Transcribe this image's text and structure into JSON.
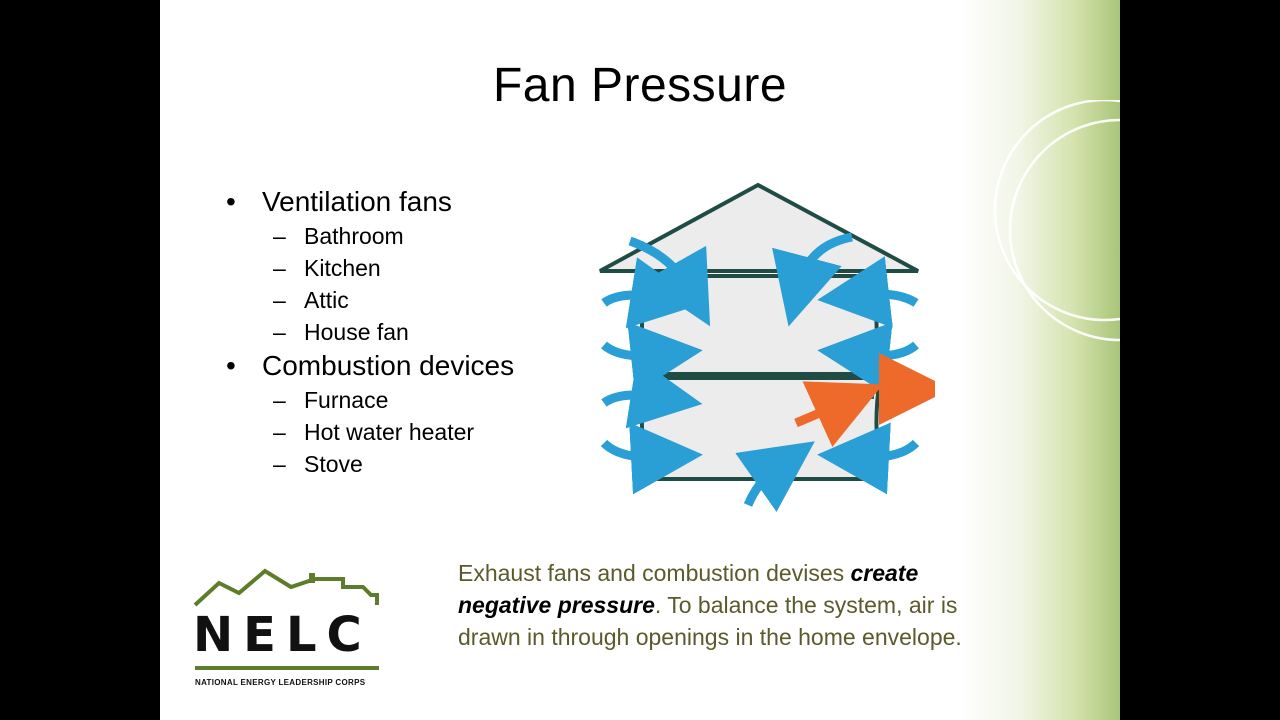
{
  "slide": {
    "title": "Fan Pressure",
    "bullets": [
      {
        "label": "Ventilation fans",
        "subitems": [
          "Bathroom",
          "Kitchen",
          "Attic",
          "House fan"
        ]
      },
      {
        "label": "Combustion devices",
        "subitems": [
          "Furnace",
          "Hot water heater",
          "Stove"
        ]
      }
    ],
    "caption": {
      "part1": "Exhaust fans and combustion devises ",
      "emphasis": "create negative pressure",
      "part2": ".  To balance the system, air is drawn in through openings in the home envelope."
    }
  },
  "logo": {
    "wordmark": "NELC",
    "subtitle": "NATIONAL ENERGY LEADERSHIP CORPS"
  },
  "colors": {
    "air_arrow": "#2a9fd6",
    "exhaust_arrow": "#ee6a2a",
    "house_outline": "#1f4d45",
    "logo_green": "#5e7d2a",
    "caption_text": "#5a5a2a"
  }
}
